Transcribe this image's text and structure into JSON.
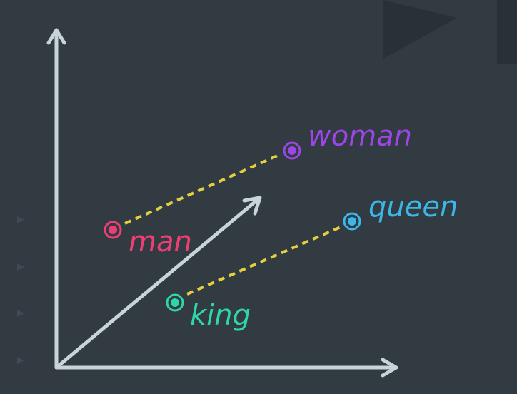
{
  "colors": {
    "background": "#323a42",
    "axis": "#c9d3da",
    "connector": "#e3cf3f",
    "bg_shape": "#2a3037",
    "side_marker": "#414a53"
  },
  "words": [
    {
      "id": "man",
      "label": "man",
      "color": "#ee3f74"
    },
    {
      "id": "woman",
      "label": "woman",
      "color": "#9b46e6"
    },
    {
      "id": "king",
      "label": "king",
      "color": "#2fd6a8"
    },
    {
      "id": "queen",
      "label": "queen",
      "color": "#3db6e8"
    }
  ],
  "connections": [
    {
      "from": "man",
      "to": "woman"
    },
    {
      "from": "king",
      "to": "queen"
    }
  ],
  "icons": {
    "background": "play-shape-icon",
    "markers": "triangle-marker-icon"
  }
}
